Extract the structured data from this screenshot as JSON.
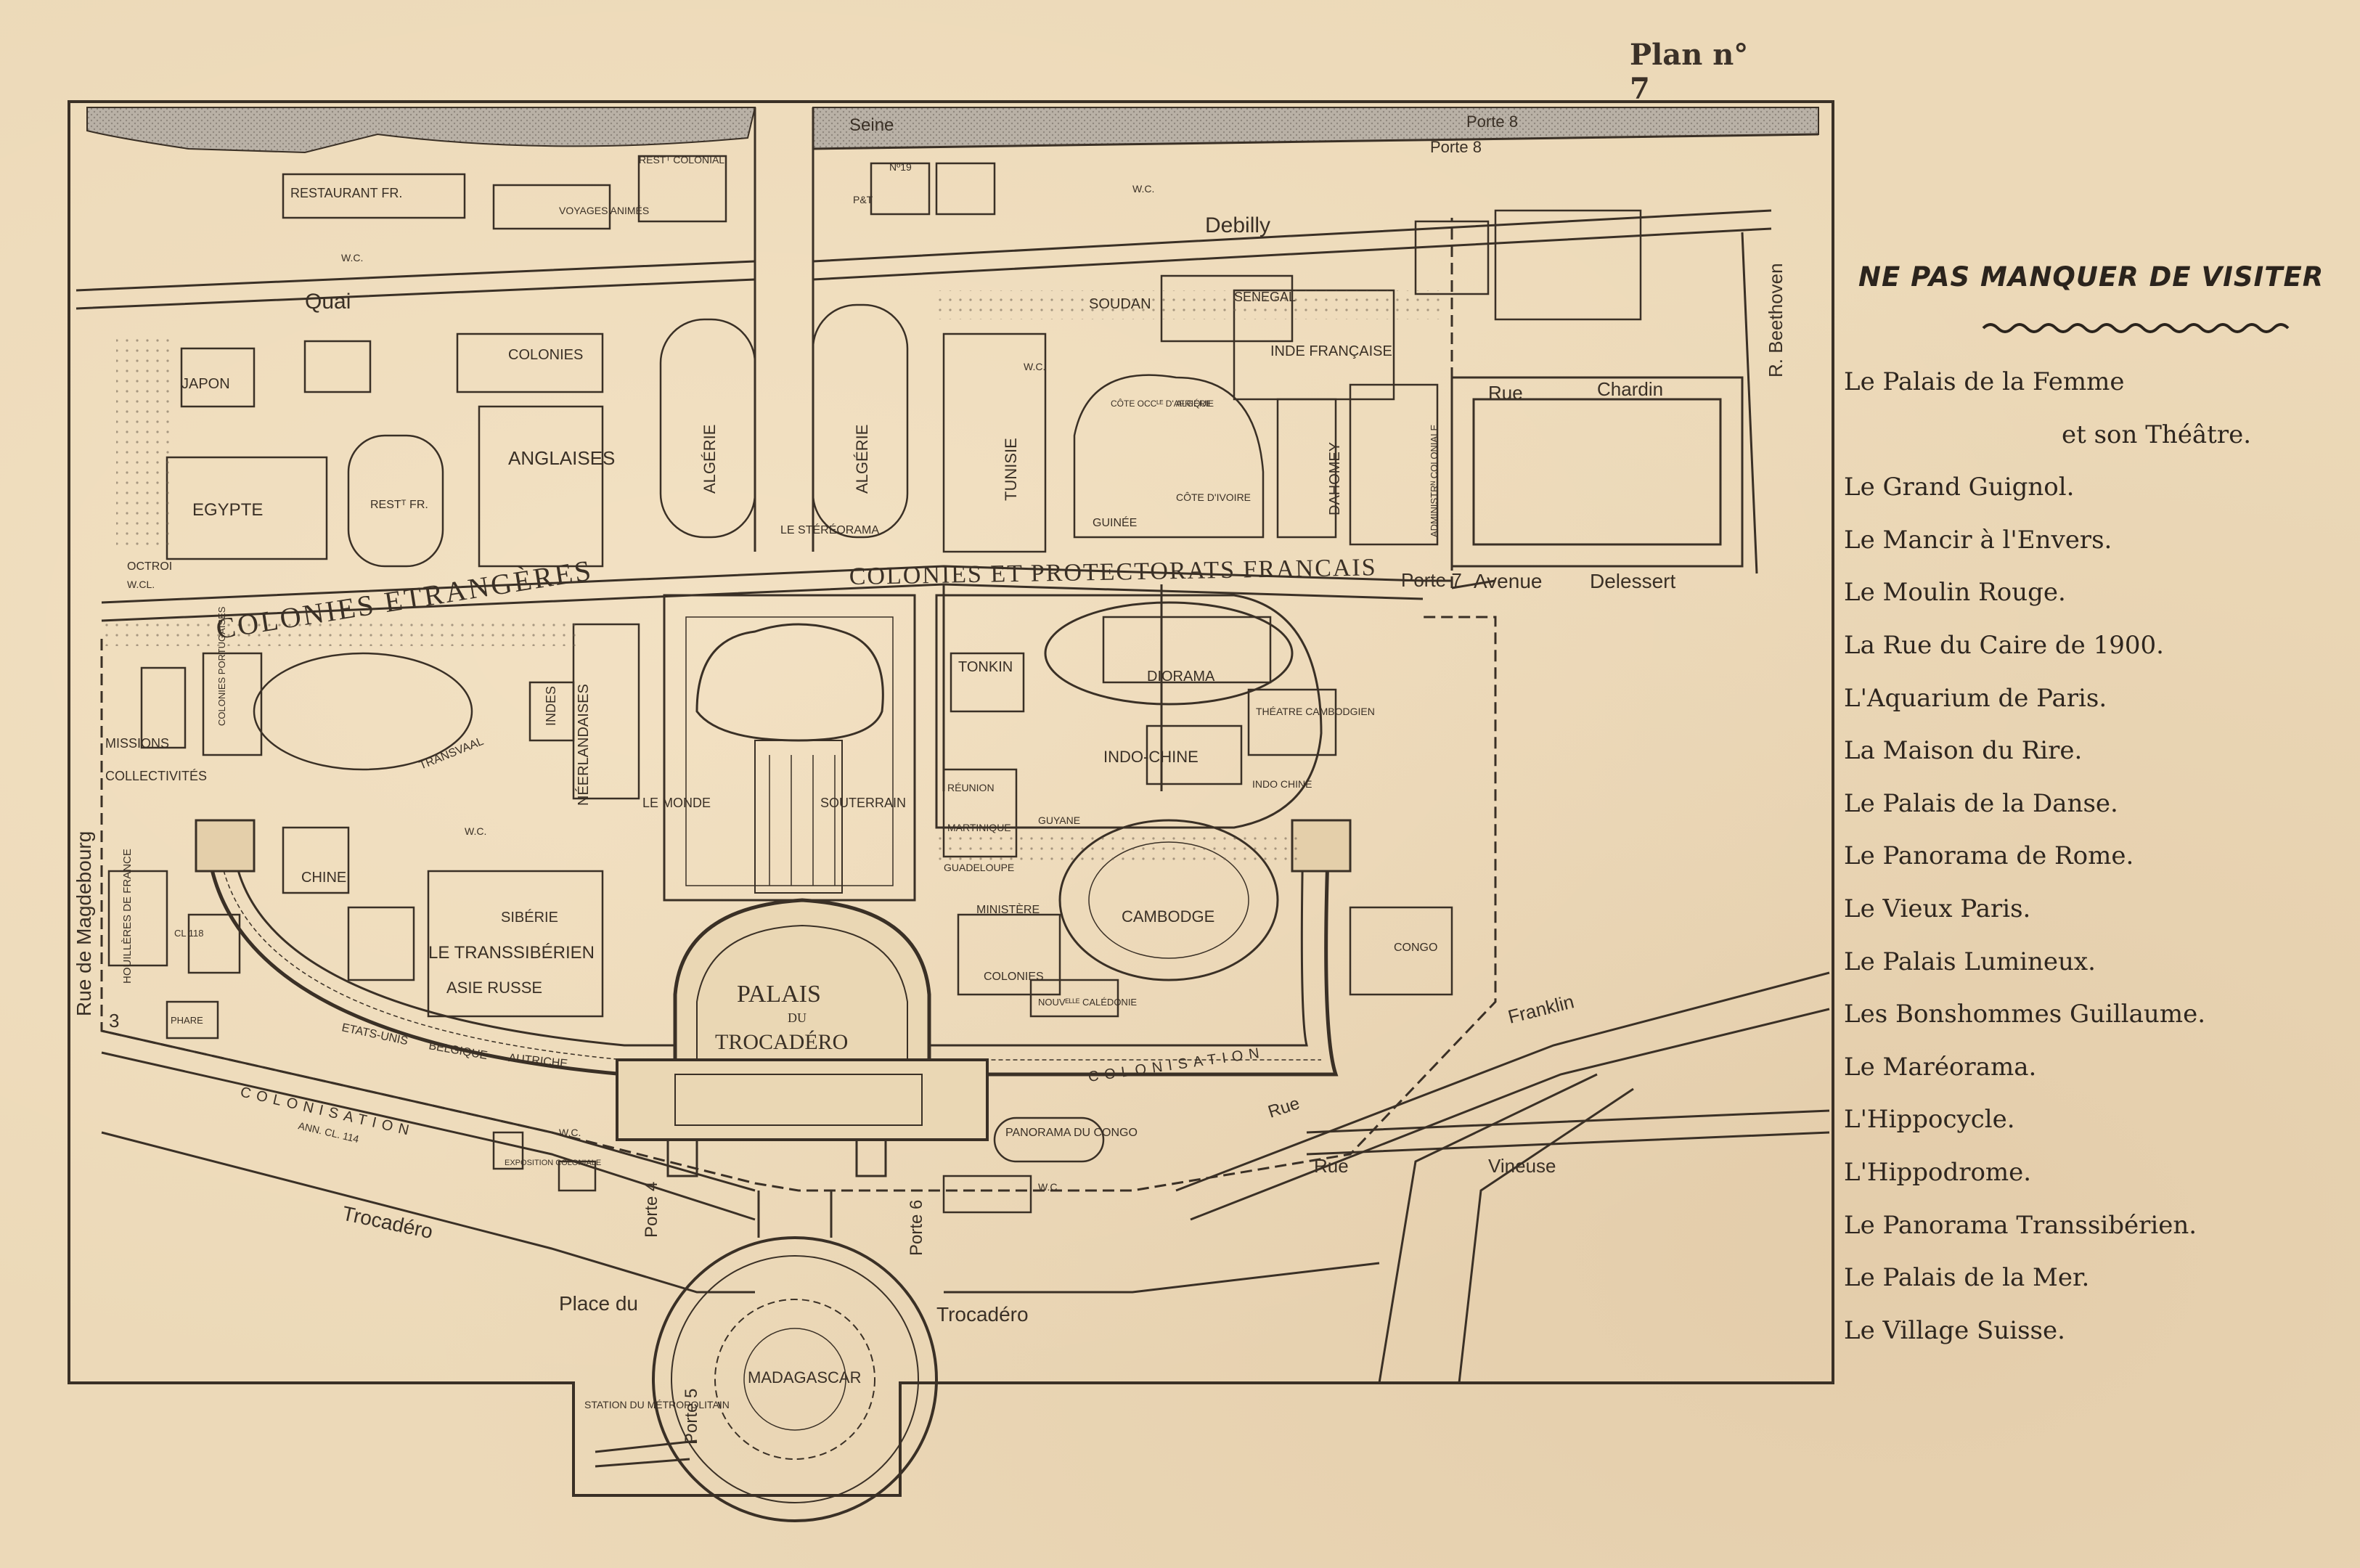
{
  "page": {
    "plan_label": "Plan n° 7"
  },
  "map": {
    "river": "Seine",
    "gates": [
      "Porte 8",
      "Porte 8",
      "Porte 7",
      "Porte 4",
      "Porte 6",
      "Porte 5",
      "3"
    ],
    "streets": [
      "Quai",
      "Debilly",
      "R. Beethoven",
      "Rue",
      "Chardin",
      "Avenue",
      "Delessert",
      "Rue de Magdebourg",
      "Trocadéro",
      "Franklin",
      "Rue",
      "Rue",
      "Vineuse",
      "Place du",
      "Trocadéro"
    ],
    "zones": [
      "COLONIES ETRANGÈRES",
      "COLONIES ET PROTECTORATS FRANCAIS"
    ],
    "buildings": [
      "RESTAURANT FR.",
      "RESTᵀ COLONIAL",
      "VOYAGES ANIMÉS",
      "Nº19",
      "P&T",
      "W.C.",
      "W.C.",
      "JAPON",
      "COLONIES",
      "ANGLAISES",
      "EGYPTE",
      "RESTᵀ FR.",
      "ALGÉRIE",
      "ALGÉRIE",
      "LE STÉRÉORAMA",
      "TUNISIE",
      "SOUDAN",
      "SÉNÉGAL",
      "INDE FRANÇAISE",
      "CÔTE OCCᴸᴱ D'AFRIQUE",
      "ALGÉRIE",
      "CÔTE D'IVOIRE",
      "GUINÉE",
      "DAHOMEY",
      "ADMINISTRᴺ COLONIALE",
      "OCTROI",
      "W.CL.",
      "MISSIONS",
      "COLLECTIVITÉS",
      "TRANSVAAL",
      "INDES",
      "NÉERLANDAISES",
      "COLONIES PORTUGAISES",
      "LE MONDE",
      "SOUTERRAIN",
      "TONKIN",
      "DIORAMA",
      "THÉATRE CAMBODGIEN",
      "INDO-CHINE",
      "INDO CHINE",
      "RÉUNION",
      "MARTINIQUE",
      "GUYANE",
      "GUADELOUPE",
      "MINISTÈRE",
      "CAMBODGE",
      "CONGO",
      "COLONIES",
      "NOUVᴱᴸᴸᴱ CALÉDONIE",
      "W.C.",
      "CHINE",
      "SIBÉRIE",
      "LE TRANSSIBÉRIEN",
      "ASIE RUSSE",
      "PALAIS",
      "DU",
      "TROCADÉRO",
      "HOUILLÈRES DE FRANCE",
      "CL 118",
      "PHARE",
      "ETATS-UNIS",
      "BELGIQUE",
      "AUTRICHE",
      "COLONISATION",
      "ANN. CL. 114",
      "W.C.",
      "EXPOSITION COLONIALE",
      "PANORAMA DU CONGO",
      "W.C.",
      "COLONISATION",
      "MADAGASCAR",
      "STATION DU MÉTROPOLITAIN",
      "W.C."
    ]
  },
  "sidebar": {
    "title": "NE PAS MANQUER DE VISITER",
    "items": [
      "Le Palais de la Femme",
      "et son Théâtre.",
      "Le Grand Guignol.",
      "Le Mancir à l'Envers.",
      "Le Moulin Rouge.",
      "La Rue du Caire de 1900.",
      "L'Aquarium de Paris.",
      "La Maison du Rire.",
      "Le Palais de la Danse.",
      "Le Panorama de Rome.",
      "Le Vieux Paris.",
      "Le Palais Lumineux.",
      "Les Bonshommes Guillaume.",
      "Le Maréorama.",
      "L'Hippocycle.",
      "L'Hippodrome.",
      "Le Panorama Transsibérien.",
      "Le Palais de la Mer.",
      "Le Village Suisse."
    ]
  }
}
